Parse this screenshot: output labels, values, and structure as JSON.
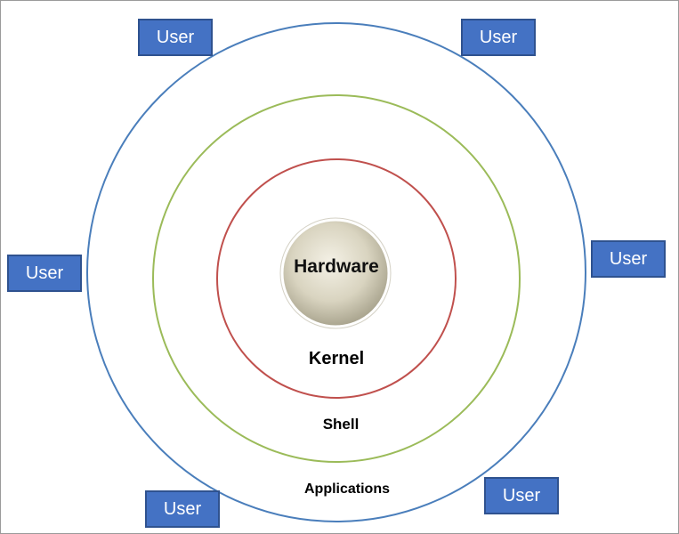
{
  "diagram": {
    "core_label": "Hardware",
    "layers": [
      {
        "label": "Kernel",
        "color": "#c0504d"
      },
      {
        "label": "Shell",
        "color": "#9bbb59"
      },
      {
        "label": "Applications",
        "color": "#4a7ebb"
      }
    ],
    "users": [
      "User",
      "User",
      "User",
      "User",
      "User",
      "User"
    ],
    "colors": {
      "user_box_fill": "#4472c4",
      "user_box_border": "#2f528f",
      "core_fill": "#d9d4c0"
    }
  }
}
